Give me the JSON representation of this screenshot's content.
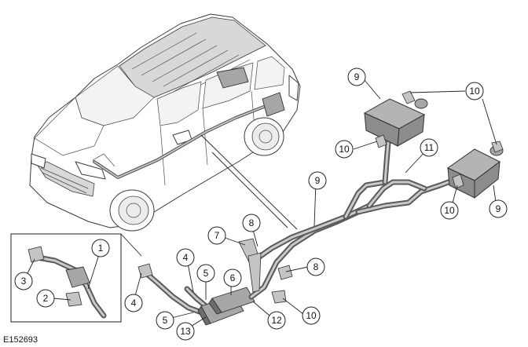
{
  "reference_code": "E152693",
  "callouts": [
    {
      "label": "1"
    },
    {
      "label": "2"
    },
    {
      "label": "3"
    },
    {
      "label": "4"
    },
    {
      "label": "4"
    },
    {
      "label": "5"
    },
    {
      "label": "5"
    },
    {
      "label": "6"
    },
    {
      "label": "7"
    },
    {
      "label": "8"
    },
    {
      "label": "8"
    },
    {
      "label": "9"
    },
    {
      "label": "9"
    },
    {
      "label": "9"
    },
    {
      "label": "10"
    },
    {
      "label": "10"
    },
    {
      "label": "10"
    },
    {
      "label": "10"
    },
    {
      "label": "11"
    },
    {
      "label": "12"
    },
    {
      "label": "13"
    }
  ]
}
